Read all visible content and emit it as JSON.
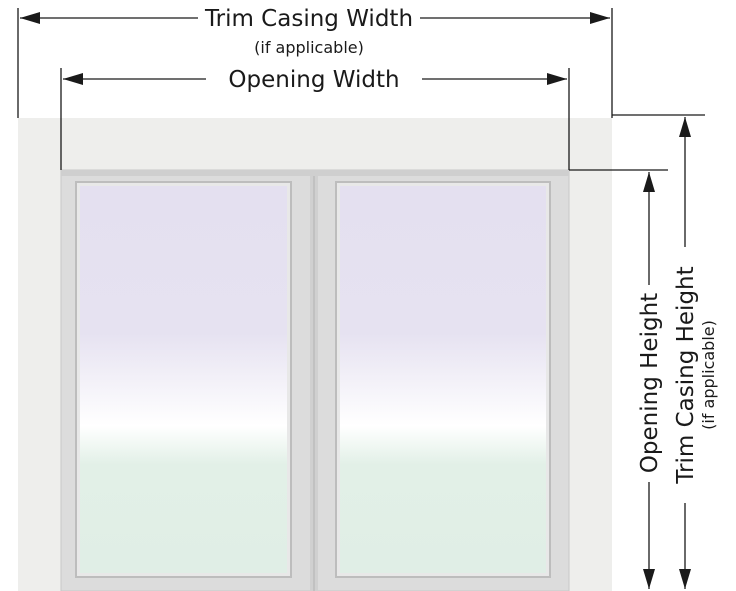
{
  "labels": {
    "trim_width": "Trim Casing Width",
    "trim_width_note": "(if applicable)",
    "opening_width": "Opening Width",
    "opening_height": "Opening Height",
    "trim_height": "Trim Casing Height",
    "trim_height_note": "(if applicable)"
  },
  "colors": {
    "trim": "#eeeeec",
    "frame": "#dcdcdc",
    "frame_edge": "#bdbdbd",
    "glass_top": "#e4e0f0",
    "glass_bottom": "#e0eee6",
    "line": "#1a1a1a"
  }
}
